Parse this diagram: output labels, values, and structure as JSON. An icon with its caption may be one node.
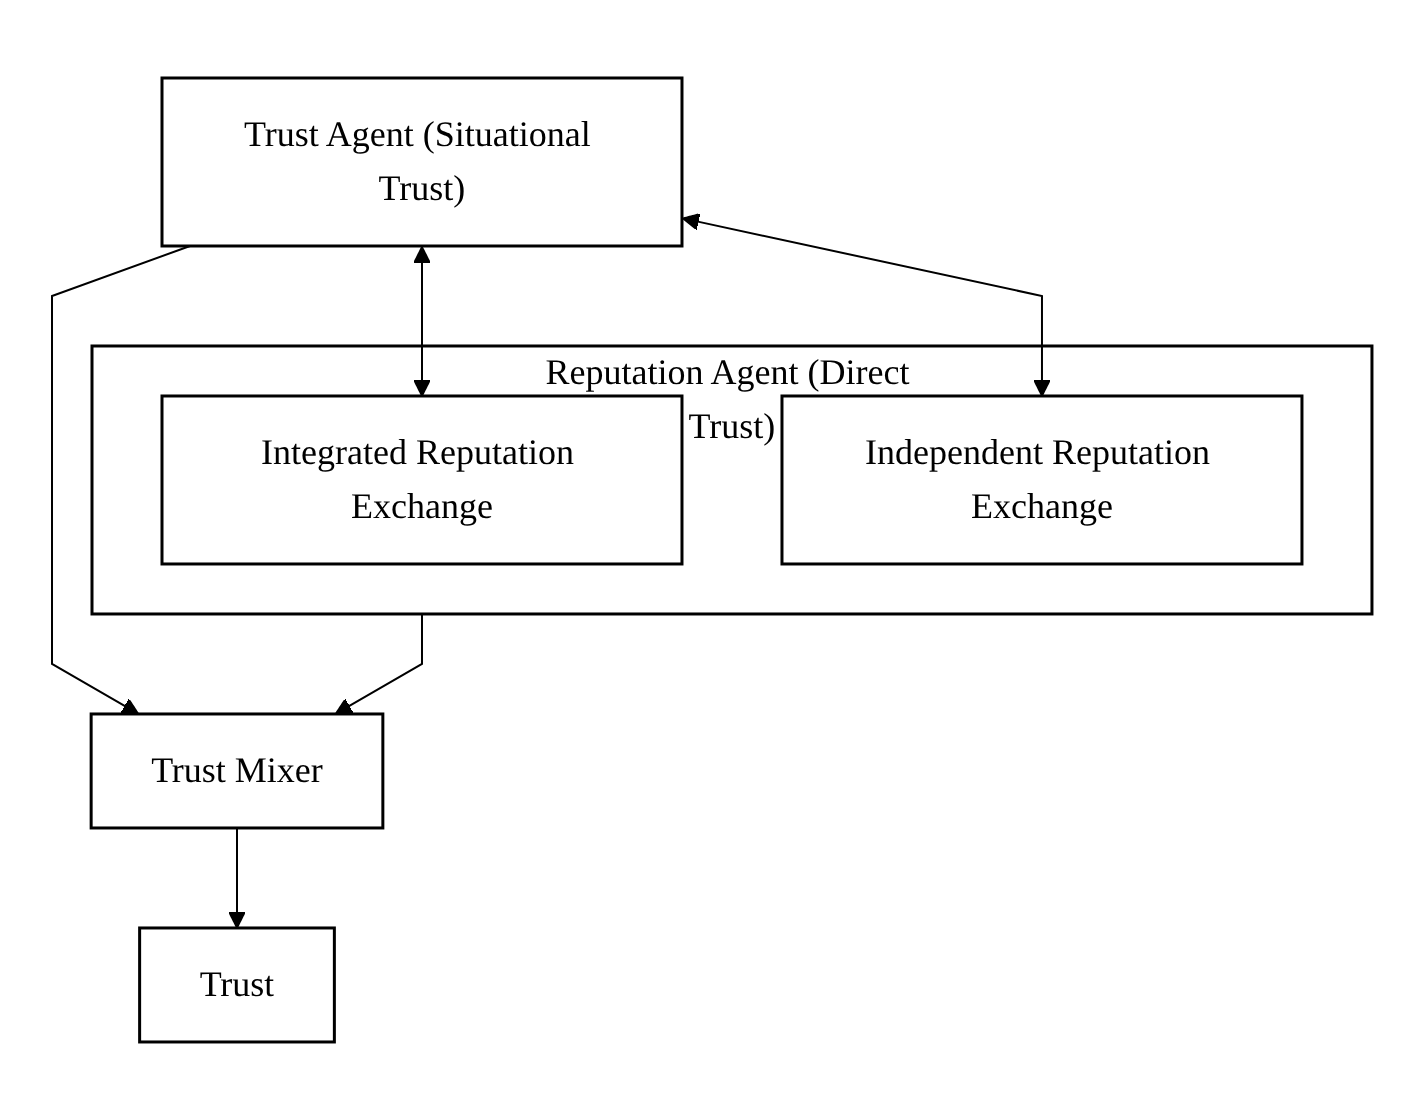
{
  "diagram": {
    "nodes": [
      {
        "text": [
          "Trust Agent (Situational Trust)"
        ]
      },
      {
        "text": [
          "Trust Mixer"
        ]
      },
      {
        "text": [
          "Trust"
        ]
      },
      {
        "text": [
          "Reputation Agent (Direct Trust)"
        ]
      },
      {
        "text": [
          "Integrated Reputation Exchange"
        ],
        "in": 3
      },
      {
        "text": [
          "Independent Reputation Exchange"
        ],
        "in": 3
      }
    ],
    "edges": [
      {
        "from": 0,
        "to": 1,
        "arrow": "to"
      },
      {
        "from": 1,
        "to": 2,
        "arrow": "to"
      },
      {
        "from": 3,
        "to": 1,
        "arrow": "to"
      },
      {
        "from": 0,
        "to": 4,
        "arrow": "both"
      },
      {
        "from": 0,
        "to": 5,
        "arrow": "both"
      }
    ]
  }
}
